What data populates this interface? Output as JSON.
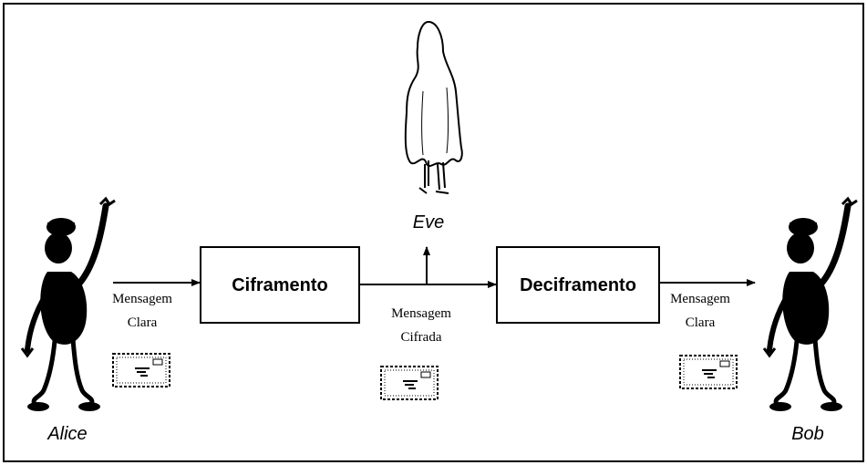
{
  "actors": {
    "alice": "Alice",
    "bob": "Bob",
    "eve": "Eve"
  },
  "boxes": {
    "encrypt": "Ciframento",
    "decrypt": "Deciframento"
  },
  "labels": {
    "plain_left_1": "Mensagem",
    "plain_left_2": "Clara",
    "cipher_1": "Mensagem",
    "cipher_2": "Cifrada",
    "plain_right_1": "Mensagem",
    "plain_right_2": "Clara"
  },
  "colors": {
    "stroke": "#000000",
    "figure_fill": "#000000",
    "background": "#ffffff"
  },
  "icons": [
    "alice-figure",
    "bob-figure",
    "eve-ghost-figure",
    "envelope-icon"
  ]
}
